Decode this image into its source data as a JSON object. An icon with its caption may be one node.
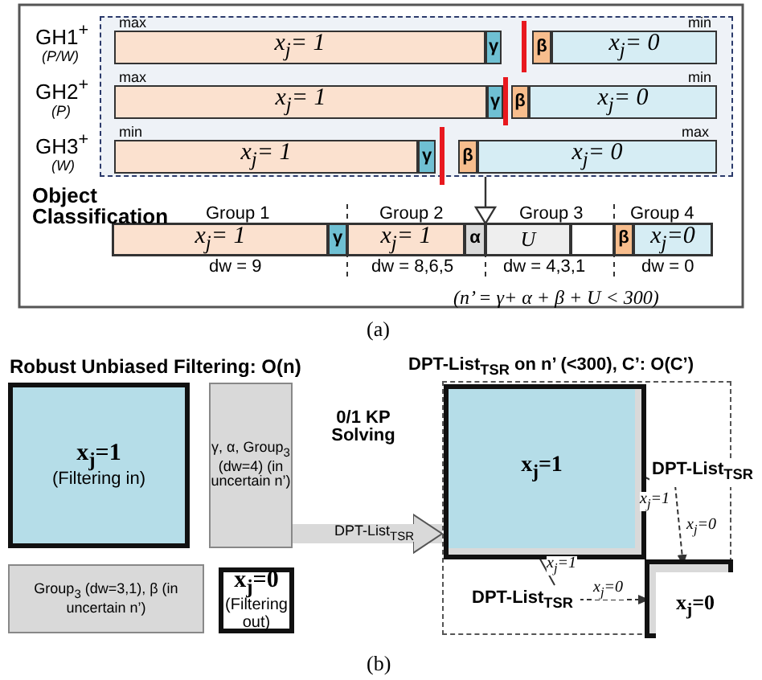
{
  "diagram": {
    "nodes": [
      {
        "text": [],
        "shape": "box"
      },
      {
        "text": [
          "x$_{j}$= 1"
        ],
        "in": 0
      },
      {
        "text": [
          "γ"
        ],
        "in": 0
      },
      {
        "text": [
          "β"
        ],
        "in": 0
      },
      {
        "text": [
          "x$_{j}$= 0"
        ],
        "in": 0
      },
      {
        "text": [
          "x$_{j}$= 1"
        ],
        "in": 0
      },
      {
        "text": [
          "γ"
        ],
        "in": 0
      },
      {
        "text": [
          "β"
        ],
        "in": 0
      },
      {
        "text": [
          "x$_{j}$= 0"
        ],
        "in": 0
      },
      {
        "text": [
          "x$_{j}$= 1"
        ],
        "in": 0
      },
      {
        "text": [
          "γ"
        ],
        "in": 0
      },
      {
        "text": [
          "β"
        ],
        "in": 0
      },
      {
        "text": [
          "x$_{j}$= 0"
        ],
        "in": 0
      },
      {
        "text": [
          "x$_{j}$= 1"
        ]
      },
      {
        "text": [
          "γ"
        ]
      },
      {
        "text": [
          "x$_{j}$= 1"
        ]
      },
      {
        "text": [
          "α"
        ]
      },
      {
        "text": [
          "U"
        ]
      },
      {
        "text": [],
        "shape": "box"
      },
      {
        "text": [
          "β"
        ]
      },
      {
        "text": [
          "x$_{j}$=0"
        ]
      },
      {
        "text": [
          "x$_{j}$=1",
          "(Filtering in)"
        ]
      },
      {
        "text": [
          "γ, α, Group$_{3}$ (dw=4) (in uncertain n’)"
        ]
      },
      {
        "text": [
          "Group$_{3}$ (dw=3,1), β (in uncertain n’)"
        ]
      },
      {
        "text": [
          "x$_{j}$=0",
          "(Filtering out)"
        ]
      },
      {
        "text": [],
        "shape": "box"
      },
      {
        "text": [],
        "shape": "box",
        "in": 25
      },
      {
        "text": [
          "x$_{j}$=1"
        ],
        "in": 26
      },
      {
        "text": [],
        "shape": "box",
        "in": 25
      },
      {
        "text": [
          "x$_{j}$=0"
        ],
        "in": 28
      },
      {
        "text": [
          "DPT-List$_{TSR}$"
        ],
        "in": 25
      },
      {
        "text": [
          "DPT-List$_{TSR}$"
        ],
        "in": 25
      }
    ],
    "edges": [
      {
        "from": 0,
        "to": 17,
        "arrow": "to"
      },
      {
        "from": 22,
        "to": 27,
        "arrow": "to",
        "label": "DPT-List$_{TSR}$",
        "style": "thick",
        "color": "#d9d9d9"
      },
      {
        "from": 30,
        "to": 27,
        "arrow": "to",
        "label": "x$_{j}$=1"
      },
      {
        "from": 30,
        "to": 29,
        "arrow": "to",
        "label": "x$_{j}$=0",
        "style": "dashed"
      },
      {
        "from": 31,
        "to": 27,
        "arrow": "to",
        "label": "x$_{j}$=1"
      },
      {
        "from": 31,
        "to": 29,
        "arrow": "to",
        "label": "x$_{j}$=0",
        "style": "dashed"
      }
    ],
    "labels": [
      "GH1$^{+}$",
      "(P/W)",
      "GH2$^{+}$",
      "(P)",
      "GH3$^{+}$",
      "(W)",
      "max",
      "min",
      "max",
      "min",
      "min",
      "max",
      "Object Classification",
      "Group 1",
      "Group 2",
      "Group 3",
      "Group 4",
      "dw = 9",
      "dw = 8,6,5",
      "dw = 4,3,1",
      "dw = 0",
      "(n’ = γ+ α + β + U < 300)",
      "(a)",
      "Robust Unbiased Filtering: O(n)",
      "0/1 KP Solving",
      "DPT-List$_{TSR}$ on n’ (<300), C’: O(C’)",
      "(b)"
    ]
  }
}
